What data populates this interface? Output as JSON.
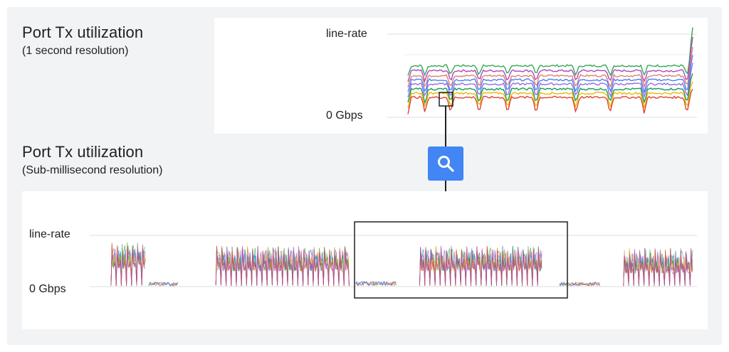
{
  "top": {
    "title": "Port Tx utilization",
    "subtitle": "(1 second resolution)",
    "ytop_label": "line-rate",
    "ybottom_label": "0 Gbps"
  },
  "bottom": {
    "title": "Port Tx utilization",
    "subtitle": "(Sub-millisecond resolution)",
    "ytop_label": "line-rate",
    "ybottom_label": "0 Gbps"
  },
  "icons": {
    "zoom": "search-icon"
  },
  "colors": {
    "accent": "#4285f4",
    "series": [
      "#34a853",
      "#9c6ade",
      "#e67c73",
      "#4285f4",
      "#0f9d58",
      "#f4b400",
      "#db4437",
      "#ab47bc",
      "#26a69a",
      "#ff7043"
    ]
  },
  "chart_data": [
    {
      "type": "line",
      "title": "Port Tx utilization",
      "subtitle": "(1 second resolution)",
      "ylabel": "",
      "ylim": [
        0,
        1
      ],
      "ytick_labels": [
        "0 Gbps",
        "line-rate"
      ],
      "grid": true,
      "legend": "none",
      "dip_positions": [
        0.0,
        0.06,
        0.15,
        0.25,
        0.35,
        0.45,
        0.59,
        0.71,
        0.83,
        0.98
      ],
      "series": [
        {
          "level": 0.62,
          "color": "#34a853"
        },
        {
          "level": 0.56,
          "color": "#ab47bc"
        },
        {
          "level": 0.5,
          "color": "#e67c73"
        },
        {
          "level": 0.45,
          "color": "#4285f4"
        },
        {
          "level": 0.4,
          "color": "#9c6ade"
        },
        {
          "level": 0.34,
          "color": "#0f9d58"
        },
        {
          "level": 0.29,
          "color": "#f4b400"
        },
        {
          "level": 0.24,
          "color": "#db4437"
        }
      ]
    },
    {
      "type": "line",
      "title": "Port Tx utilization",
      "subtitle": "(Sub-millisecond resolution)",
      "ylabel": "",
      "ylim": [
        0,
        1
      ],
      "ytick_labels": [
        "0 Gbps",
        "line-rate"
      ],
      "grid": true,
      "legend": "none",
      "bursts": [
        {
          "start": 0.0,
          "end": 0.06,
          "peak": 0.82,
          "base": 0.35
        },
        {
          "start": 0.18,
          "end": 0.41,
          "peak": 0.76,
          "base": 0.3
        },
        {
          "start": 0.53,
          "end": 0.74,
          "peak": 0.76,
          "base": 0.3
        },
        {
          "start": 0.88,
          "end": 1.0,
          "peak": 0.72,
          "base": 0.25
        }
      ],
      "idle_segments": [
        {
          "start": 0.065,
          "end": 0.115,
          "level": 0.05
        },
        {
          "start": 0.42,
          "end": 0.49,
          "level": 0.06
        },
        {
          "start": 0.77,
          "end": 0.84,
          "level": 0.05
        }
      ]
    }
  ]
}
